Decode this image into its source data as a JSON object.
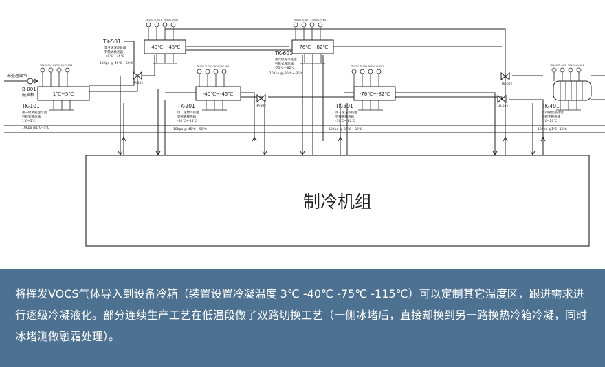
{
  "diagram": {
    "refrigeration_unit": "制冷机组",
    "inlet": {
      "label": "未处理废气",
      "blower_id": "B-001",
      "blower_name": "鼓风机"
    },
    "tanks": [
      {
        "id": "TK-101",
        "temp": "1℃~5℃",
        "desc1": "第一级预处理冷凝",
        "desc2": "列管式换热器",
        "desc3": "1℃~5℃",
        "desc4": "10Kpa @1℃~5℃",
        "inst1": "TK101-TI-101",
        "inst2": "TK101-PI-101"
      },
      {
        "id": "TK-201",
        "temp": "-40℃~-45℃",
        "desc1": "第二级预冷处理",
        "desc2": "列管式换热器",
        "desc3": "-40℃~-45℃",
        "desc4": "10Kpa @-45℃~-50℃",
        "inst1": "TK201-TI-201",
        "inst2": "TK201-PI-201"
      },
      {
        "id": "TK-301",
        "temp": "-76℃~-82℃",
        "desc1": "第三级深冷处理",
        "desc2": "列管式换热器",
        "desc3": "-76℃~-82℃",
        "desc4": "10Kpa @-80℃~-85℃",
        "inst1": "TK301-TI-301",
        "inst2": "TK301-PI-301"
      },
      {
        "id": "TK-401",
        "temp": "",
        "desc1": "第四级复热处理",
        "desc2": "列管式换热器",
        "desc3": "5℃~20℃",
        "desc4": "10Kpa @1℃~10℃",
        "inst1": "TK401-TI-401",
        "inst2": "TK401-PI-401"
      },
      {
        "id": "TK-501",
        "temp": "-40℃~-45℃",
        "desc1": "第五级深冷处理",
        "desc2": "列管式换热器",
        "desc3": "-40℃~-45℃",
        "desc4": "10Kpa @-45℃~-50℃",
        "inst1": "TK501-TI-501",
        "inst2": "TK501-PI-501"
      },
      {
        "id": "TK-601",
        "temp": "-76℃~-82℃",
        "desc1": "第六级深冷处理",
        "desc2": "列管式换热器",
        "desc3": "-75℃~-82℃",
        "desc4": "10Kpa @-80℃~-85℃",
        "inst1": "TK601-TI-601",
        "inst2": "TK601-PI-601"
      }
    ],
    "valves": [
      "HA-103",
      "HA-303",
      "HA-603",
      "HA-203"
    ]
  },
  "caption": "将挥发VOCS气体导入到设备冷箱（装置设置冷凝温度 3℃ -40℃ -75℃ -115℃）可以定制其它温度区，跟进需求进行逐级冷凝液化。部分连续生产工艺在低温段做了双路切换工艺（一侧冰堵后，直接却换到另一路换热冷箱冷凝，同时冰堵测做融霜处理）。",
  "colors": {
    "line": "#222222",
    "caption_bg": "#4d7191",
    "caption_text": "#ffffff"
  }
}
